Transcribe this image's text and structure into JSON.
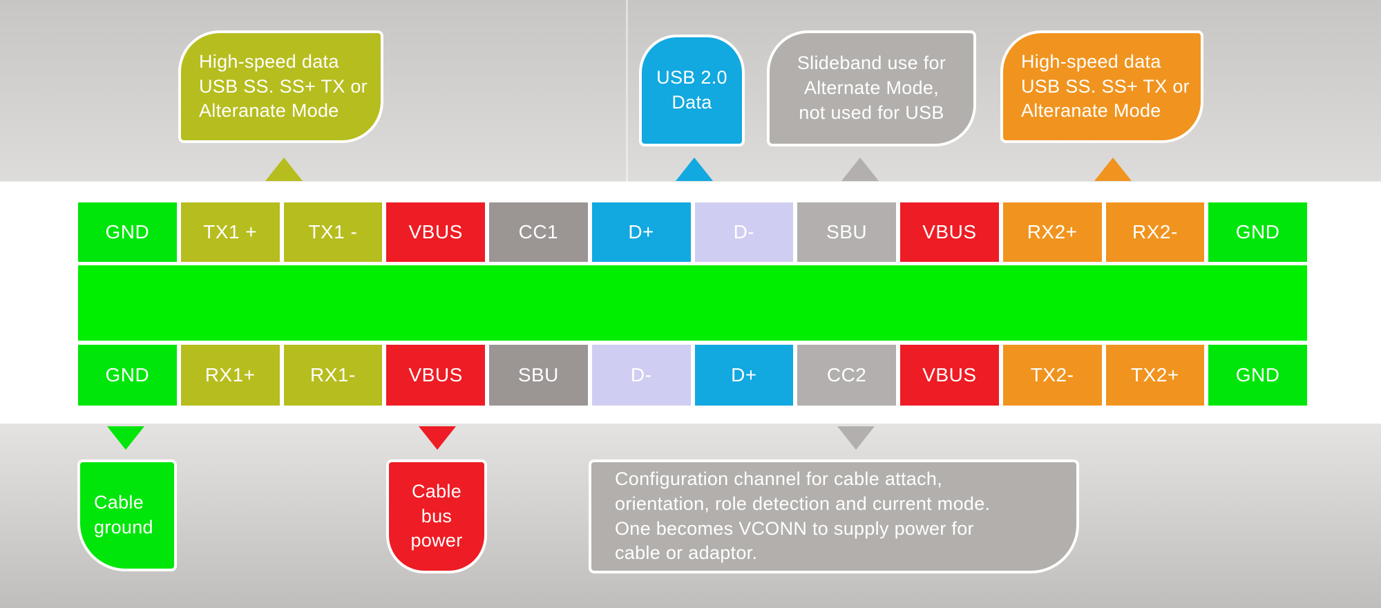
{
  "colors": {
    "green": "#00e60a",
    "bar_green": "#00ee00",
    "olive": "#b6bd1e",
    "red": "#ee1c24",
    "blue": "#12a8e0",
    "lavender": "#d0cdf2",
    "orange": "#f0941f",
    "gray_dark": "#9b9593",
    "gray_light": "#b2afae",
    "callout_gray": "#b2afac",
    "band_white": "#ffffff",
    "text_white": "#ffffff"
  },
  "callouts": {
    "highspeed_tx1": {
      "text": "High-speed data\nUSB SS. SS+ TX or\nAlteranate Mode"
    },
    "usb2_data": {
      "text": "USB 2.0\nData"
    },
    "sideband": {
      "text": "Slideband use for\nAlternate Mode,\nnot used for USB"
    },
    "highspeed_rx2": {
      "text": "High-speed data\nUSB SS. SS+ TX or\nAlteranate Mode"
    },
    "cable_ground": {
      "text": "Cable\nground"
    },
    "cable_bus_power": {
      "text": "Cable\nbus\npower"
    },
    "config_channel": {
      "text": "Configuration channel for cable attach,\norientation, role detection and current mode.\nOne becomes VCONN to supply power for\ncable or adaptor."
    }
  },
  "pins": {
    "top": [
      {
        "label": "GND",
        "color": "green"
      },
      {
        "label": "TX1 +",
        "color": "olive"
      },
      {
        "label": "TX1 -",
        "color": "olive"
      },
      {
        "label": "VBUS",
        "color": "red"
      },
      {
        "label": "CC1",
        "color": "gray_dark"
      },
      {
        "label": "D+",
        "color": "blue"
      },
      {
        "label": "D-",
        "color": "lavender"
      },
      {
        "label": "SBU",
        "color": "gray_light"
      },
      {
        "label": "VBUS",
        "color": "red"
      },
      {
        "label": "RX2+",
        "color": "orange"
      },
      {
        "label": "RX2-",
        "color": "orange"
      },
      {
        "label": "GND",
        "color": "green"
      }
    ],
    "bottom": [
      {
        "label": "GND",
        "color": "green"
      },
      {
        "label": "RX1+",
        "color": "olive"
      },
      {
        "label": "RX1-",
        "color": "olive"
      },
      {
        "label": "VBUS",
        "color": "red"
      },
      {
        "label": "SBU",
        "color": "gray_dark"
      },
      {
        "label": "D-",
        "color": "lavender"
      },
      {
        "label": "D+",
        "color": "blue"
      },
      {
        "label": "CC2",
        "color": "gray_light"
      },
      {
        "label": "VBUS",
        "color": "red"
      },
      {
        "label": "TX2-",
        "color": "orange"
      },
      {
        "label": "TX2+",
        "color": "orange"
      },
      {
        "label": "GND",
        "color": "green"
      }
    ]
  }
}
